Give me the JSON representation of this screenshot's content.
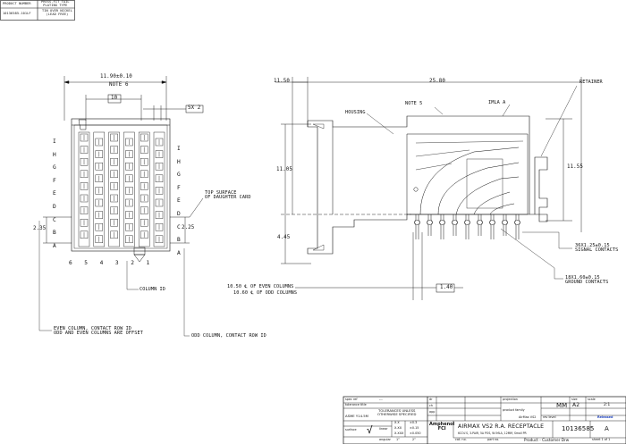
{
  "top_table": {
    "headers": [
      "PRODUCT NUMBER",
      "PRESS-FIT TAIL\nPLATING TYPE"
    ],
    "row": [
      "10136585-101LF",
      "TIN OVER NICKEL\n(LEAD FREE)"
    ]
  },
  "front_view": {
    "dim_width": "11.90±0.10",
    "note_width": "NOTE 6",
    "dim_pitch": "10",
    "dim_5x": "5X 2",
    "row_letters": [
      "I",
      "H",
      "G",
      "F",
      "E",
      "D",
      "C",
      "B",
      "A"
    ],
    "column_numbers": [
      "6",
      "5",
      "4",
      "3",
      "2",
      "1"
    ],
    "dim_left": "2.35",
    "dim_right": "2.25",
    "top_surface_label": "TOP SURFACE\nOF DAUGHTER CARD",
    "column_id_label": "COLUMN ID",
    "even_column_label": "EVEN COLUMN, CONTACT ROW ID\nODD AND EVEN COLUMNS ARE OFFSET",
    "odd_column_label": "ODD COLUMN, CONTACT ROW ID"
  },
  "side_view": {
    "dim_1150": "11.50",
    "dim_2580": "25.80",
    "dim_1105": "11.05",
    "dim_1155": "11.55",
    "dim_445": "4.45",
    "dim_140": "1.40",
    "note5": "NOTE 5",
    "housing": "HOUSING",
    "imla": "IMLA A",
    "retainer": "RETAINER",
    "signal_contacts": "36X1.25±0.15\nSIGNAL CONTACTS",
    "ground_contacts": "18X1.60±0.15\nGROUND CONTACTS",
    "even_columns": "10.50 ℄ OF EVEN COLUMNS",
    "odd_columns": "10.60 ℄ OF ODD COLUMNS"
  },
  "title_block": {
    "spec_ref": "spec ref",
    "spec_ref_val": "---",
    "tolerance_title": "tolerance title",
    "tolerances": "TOLERANCES UNLESS\nOTHERWISE SPECIFIED",
    "asme": "ASME Y14.5M",
    "surface": "surface",
    "linear": "linear",
    "angular": "angular",
    "tol_x": "X.X",
    "tol_xx": "X.XX",
    "tol_xxx": "X.XXX",
    "tol_x_val": "±0.3",
    "tol_xx_val": "±0.15",
    "tol_xxx_val": "±0.050",
    "tol_ang": "1°",
    "tol_ang2": "2°",
    "projection": "projection",
    "units": "MM",
    "size": "size",
    "size_val": "A2",
    "scale": "scale",
    "scale_val": "2:1",
    "company": "Amphenol\nFCI",
    "title": "AIRMAX VS2 R.A. RECEPTACLE",
    "subtitle": "6COL'S, 3-PAIR, 5A POS, W IMLA, 12MM, Small PR",
    "product_family": "product family",
    "product_family_val": "AirMax VS2",
    "rev_level": "rev level",
    "rev_status": "Released",
    "drawing_no": "10136585",
    "rev": "A",
    "product_customer": "Product - Customer Drw",
    "sheet": "sheet 1 of 1",
    "ca": "cat. no.",
    "dr": "dr",
    "ch": "ch",
    "app": "app",
    "part_no_label": "part no."
  }
}
